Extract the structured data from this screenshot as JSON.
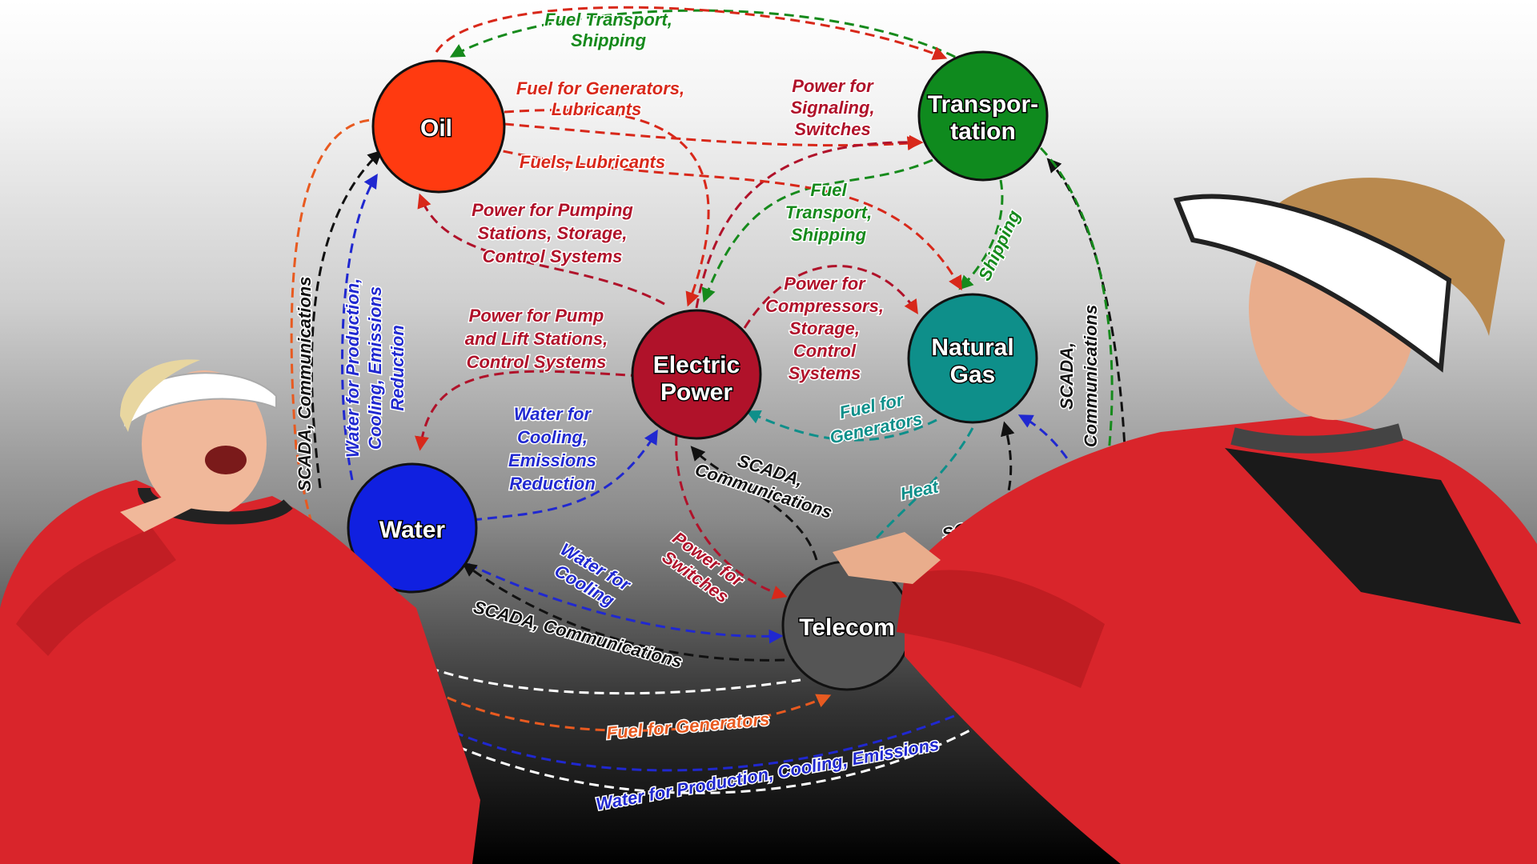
{
  "colors": {
    "oil": "#ff3a10",
    "transportation": "#0f8a1e",
    "electric": "#b0122a",
    "gas": "#0e8f8a",
    "water": "#1020e0",
    "telecom": "#555555",
    "red_text": "#d8281a",
    "green_text": "#168a1c",
    "blue_text": "#2028d0",
    "black_text": "#111111",
    "jacket": "#d9252b"
  },
  "nodes": {
    "oil": "Oil",
    "transportation": [
      "Transpor-",
      "tation"
    ],
    "electric": [
      "Electric",
      "Power"
    ],
    "gas": [
      "Natural",
      "Gas"
    ],
    "water": "Water",
    "telecom": "Telecom"
  },
  "labels": {
    "fuel_transport_top": [
      "Fuel Transport,",
      "Shipping"
    ],
    "fuel_generators_oil": [
      "Fuel for Generators,",
      "Lubricants"
    ],
    "fuels_lubricants": "Fuels, Lubricants",
    "power_signaling": [
      "Power for",
      "Signaling,",
      "Switches"
    ],
    "power_pumping": [
      "Power for Pumping",
      "Stations, Storage,",
      "Control Systems"
    ],
    "fuel_transport_mid": [
      "Fuel",
      "Transport,",
      "Shipping"
    ],
    "shipping": "Shipping",
    "power_compressors": [
      "Power for",
      "Compressors,",
      "Storage,",
      "Control",
      "Systems"
    ],
    "power_pump_lift": [
      "Power for Pump",
      "and Lift Stations,",
      "Control Systems"
    ],
    "water_cooling_emissions": [
      "Water for",
      "Cooling,",
      "Emissions",
      "Reduction"
    ],
    "fuel_for_generators_gas": [
      "Fuel for",
      "Generators"
    ],
    "scada_left": "SCADA, Communications",
    "water_production_left": [
      "Water for Production,",
      "Cooling, Emissions",
      "Reduction"
    ],
    "scada_right": [
      "SCADA,",
      "Communications"
    ],
    "scada_center": [
      "SCADA,",
      "Communications"
    ],
    "heat": "Heat",
    "scada_gas": [
      "SCADA,",
      "Communications"
    ],
    "water_for_cooling": [
      "Water for",
      "Cooling"
    ],
    "power_for_switches": [
      "Power for",
      "Switches"
    ],
    "scada_bottom": "SCADA, Communications",
    "fuel_for_generators_bottom": "Fuel for Generators",
    "water_production_bottom": "Water for Production, Cooling, Emissions"
  }
}
